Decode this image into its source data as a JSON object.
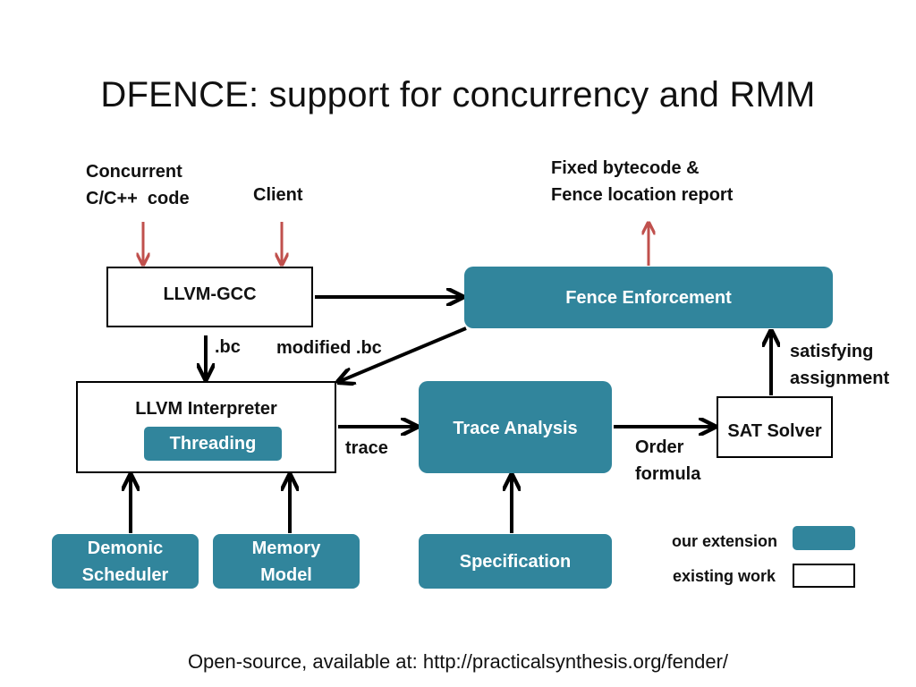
{
  "title": "DFENCE: support for concurrency and RMM",
  "inputs": {
    "concurrent_code": "Concurrent\nC/C++  code",
    "client": "Client"
  },
  "output": {
    "report": "Fixed bytecode &\nFence location report"
  },
  "boxes": {
    "llvm_gcc": "LLVM-GCC",
    "fence_enforcement": "Fence Enforcement",
    "llvm_interpreter": "LLVM Interpreter",
    "threading": "Threading",
    "trace_analysis": "Trace Analysis",
    "sat_solver": "SAT Solver",
    "demonic_scheduler": "Demonic\nScheduler",
    "memory_model": "Memory\nModel",
    "specification": "Specification"
  },
  "edge_labels": {
    "bc": ".bc",
    "modified_bc": "modified .bc",
    "trace": "trace",
    "order_formula": "Order\nformula",
    "satisfying_assignment": "satisfying\nassignment"
  },
  "legend": {
    "our_extension": "our extension",
    "existing_work": "existing work"
  },
  "footer": "Open-source, available at: http://practicalsynthesis.org/fender/",
  "colors": {
    "extension_fill": "#31859c",
    "input_arrow": "#c0504d",
    "flow_arrow": "#000000"
  }
}
